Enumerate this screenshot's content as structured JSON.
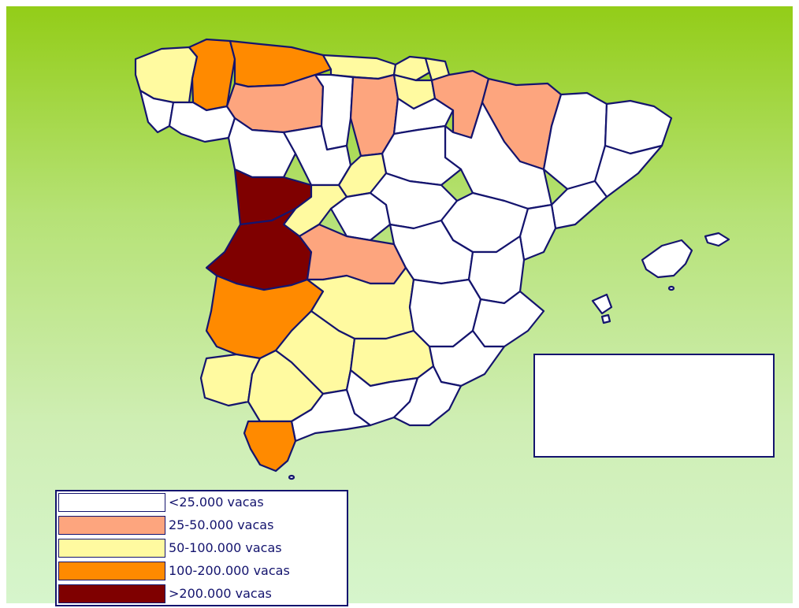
{
  "legend": {
    "items": [
      {
        "label": "<25.000 vacas",
        "color": "#ffffff"
      },
      {
        "label": "25-50.000 vacas",
        "color": "#fda57e"
      },
      {
        "label": "50-100.000 vacas",
        "color": "#fffaa0"
      },
      {
        "label": "100-200.000 vacas",
        "color": "#ff8a00"
      },
      {
        "label": ">200.000 vacas",
        "color": "#7f0000"
      }
    ]
  },
  "colors": {
    "background_top": "#93cd18",
    "background_bottom": "#d6f5cc",
    "border": "#14146e"
  },
  "regions": {
    "a_coruna": 2,
    "lugo": 3,
    "asturias": 3,
    "cantabria": 2,
    "vizcaya": 2,
    "guipuzcoa": 2,
    "pontevedra": 0,
    "ourense": 0,
    "leon": 1,
    "palencia": 0,
    "burgos": 1,
    "alava": 2,
    "navarra": 1,
    "huesca": 1,
    "zamora": 0,
    "valladolid": 0,
    "salamanca": 4,
    "avila": 2,
    "segovia": 2,
    "caceres": 4,
    "toledo": 1,
    "badajoz": 3,
    "ciudad_real": 2,
    "jaen": 2,
    "cordoba": 2,
    "huelva": 2,
    "sevilla": 2,
    "cadiz": 3
  }
}
